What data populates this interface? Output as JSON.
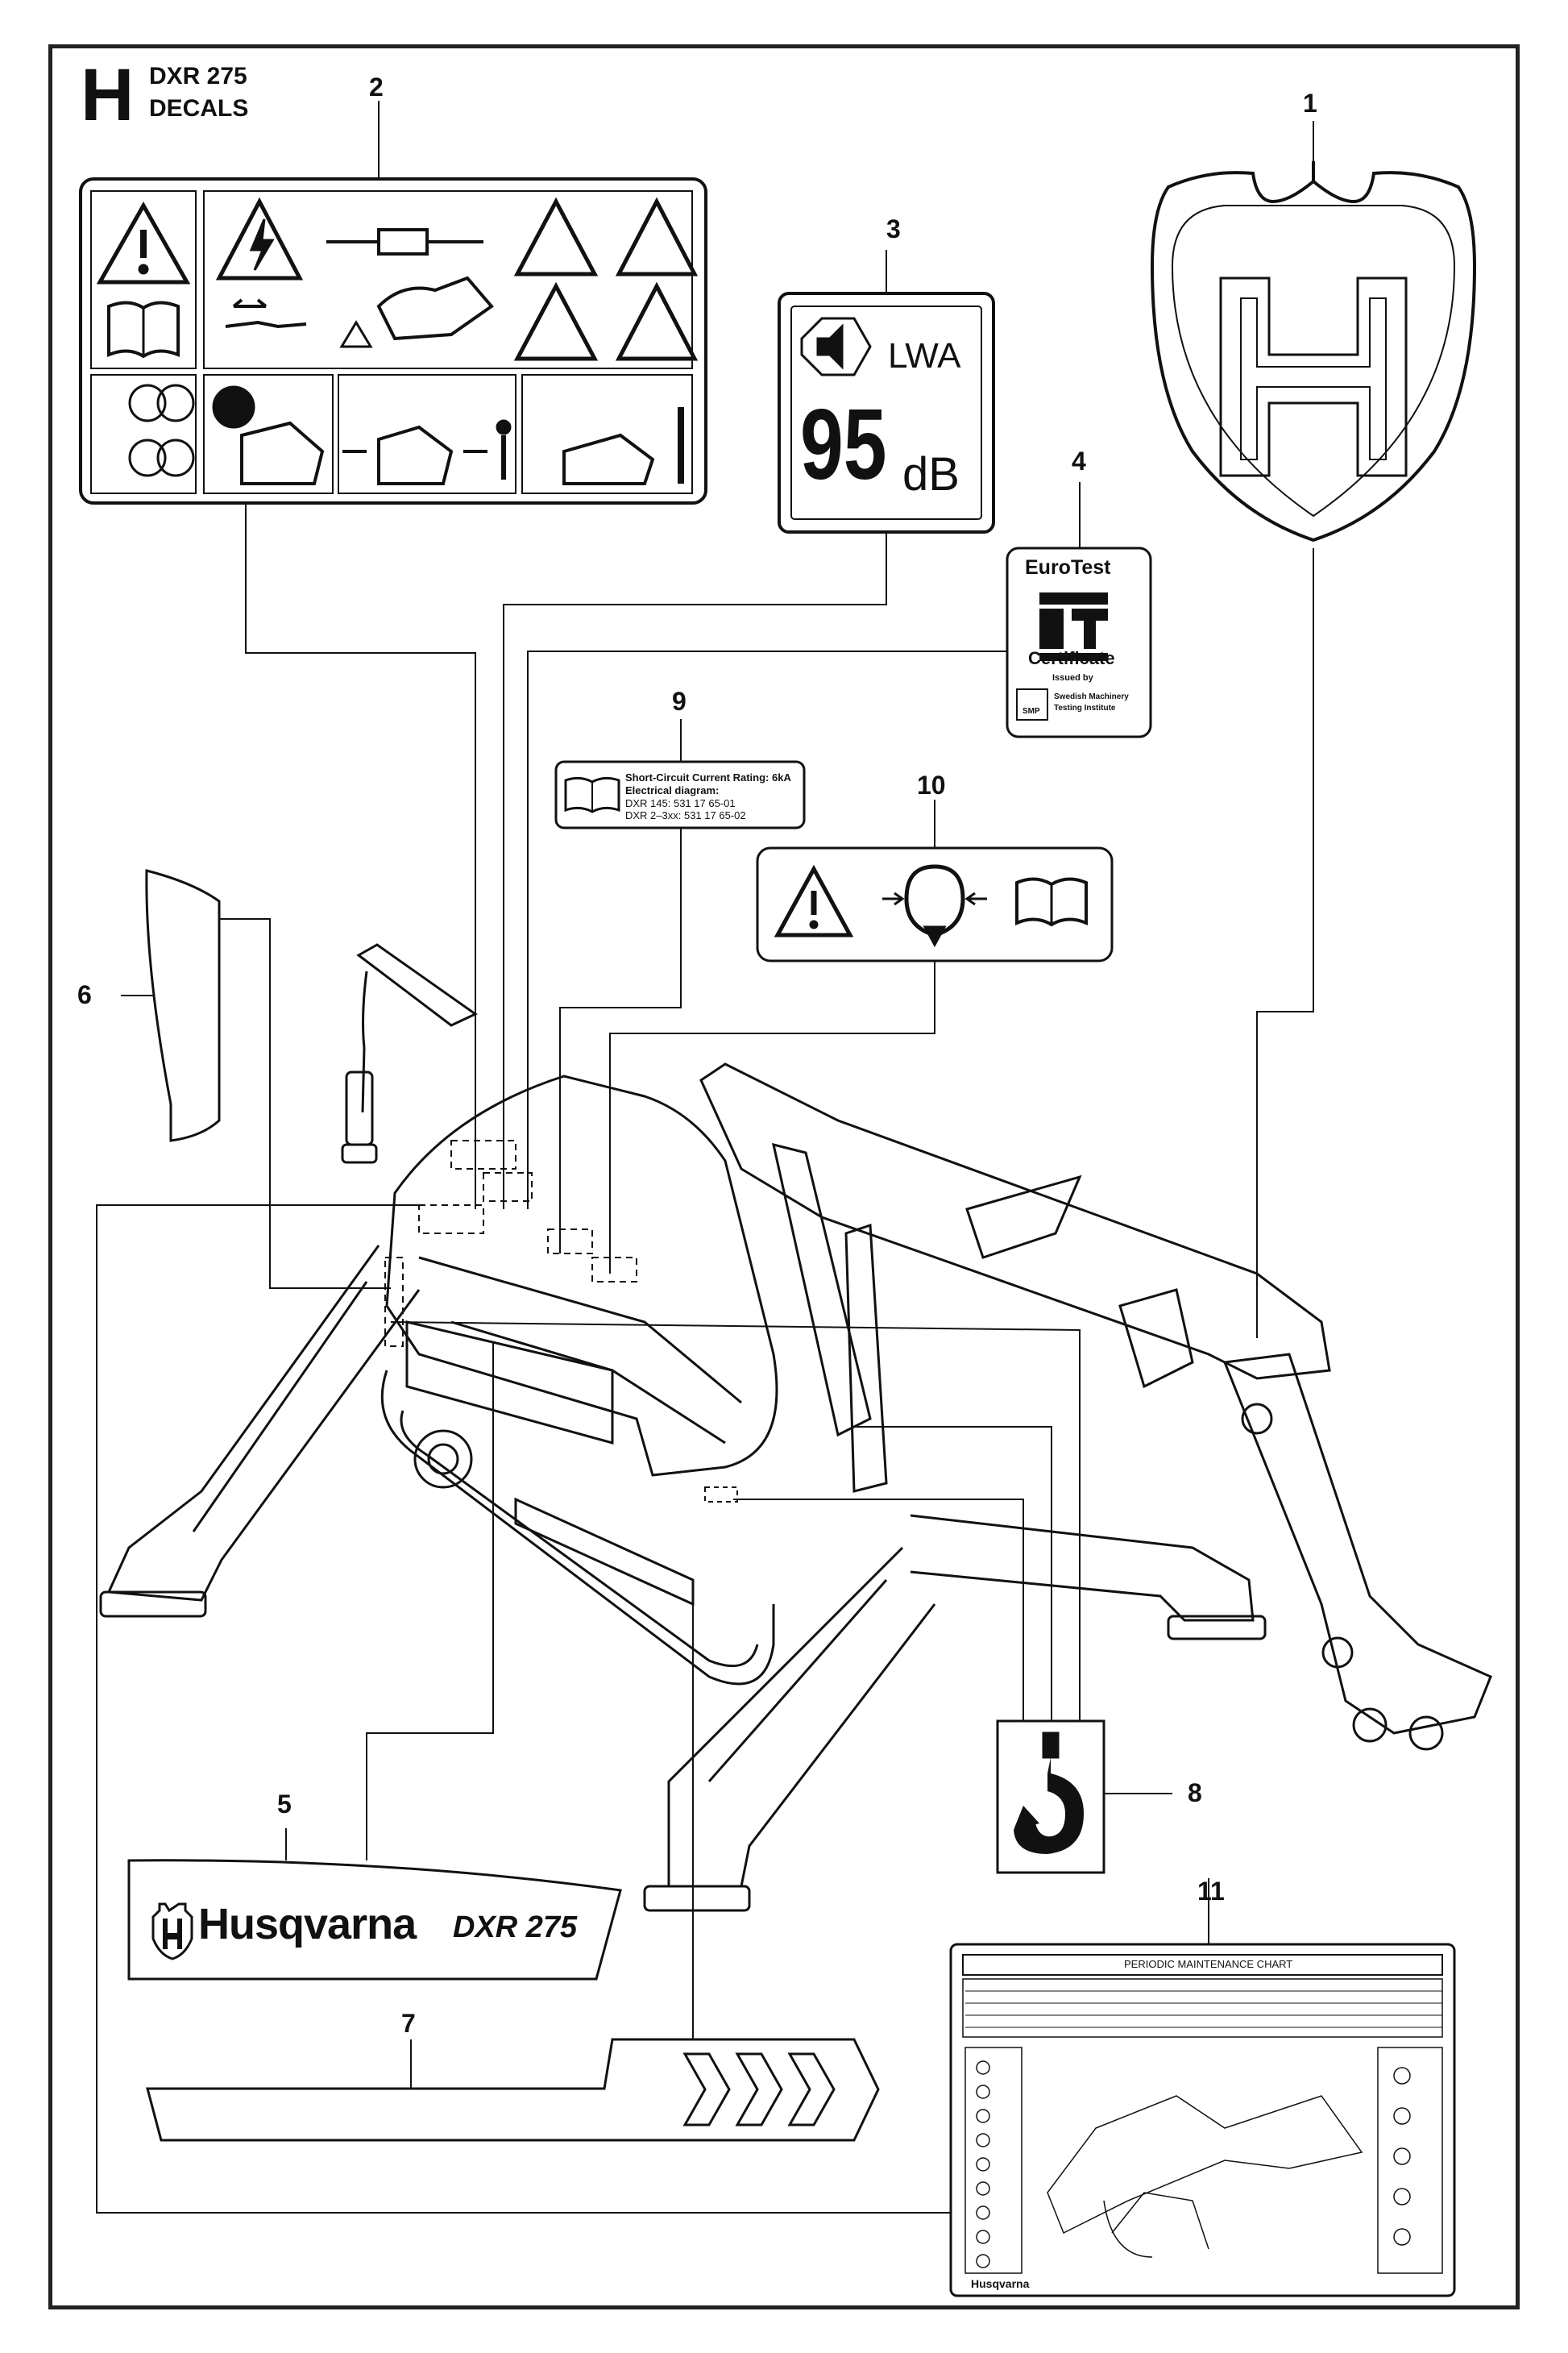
{
  "header": {
    "section_letter": "H",
    "model": "DXR 275",
    "title": "DECALS"
  },
  "callouts": [
    "1",
    "2",
    "3",
    "4",
    "5",
    "6",
    "7",
    "8",
    "9",
    "10",
    "11"
  ],
  "decals": {
    "noise": {
      "symbol": "LWA",
      "value": "95",
      "unit": "dB"
    },
    "eurotest": {
      "brand": "EuroTest",
      "mark": "ET",
      "certificate": "Certificate",
      "issued_by": "Issued by",
      "org_code": "SMP",
      "org_name_line1": "Swedish Machinery",
      "org_name_line2": "Testing Institute"
    },
    "electrical": {
      "line1": "Short-Circuit Current Rating: 6kA",
      "line2": "Electrical diagram:",
      "line3": "DXR 145: 531 17 65-01",
      "line4": "DXR 2–3xx: 531 17 65-02"
    },
    "brand_plate": {
      "brand": "Husqvarna",
      "model": "DXR 275"
    },
    "maintenance_chart": {
      "title": "PERIODIC MAINTENANCE CHART",
      "footer_brand": "Husqvarna"
    }
  },
  "icons": [
    "husqvarna-logo-icon",
    "warning-icon",
    "manual-icon",
    "electric-hazard-icon",
    "hook-icon",
    "accumulator-icon",
    "speaker-icon"
  ],
  "colors": {
    "ink": "#111111",
    "paper": "#ffffff",
    "frame": "#222222"
  }
}
